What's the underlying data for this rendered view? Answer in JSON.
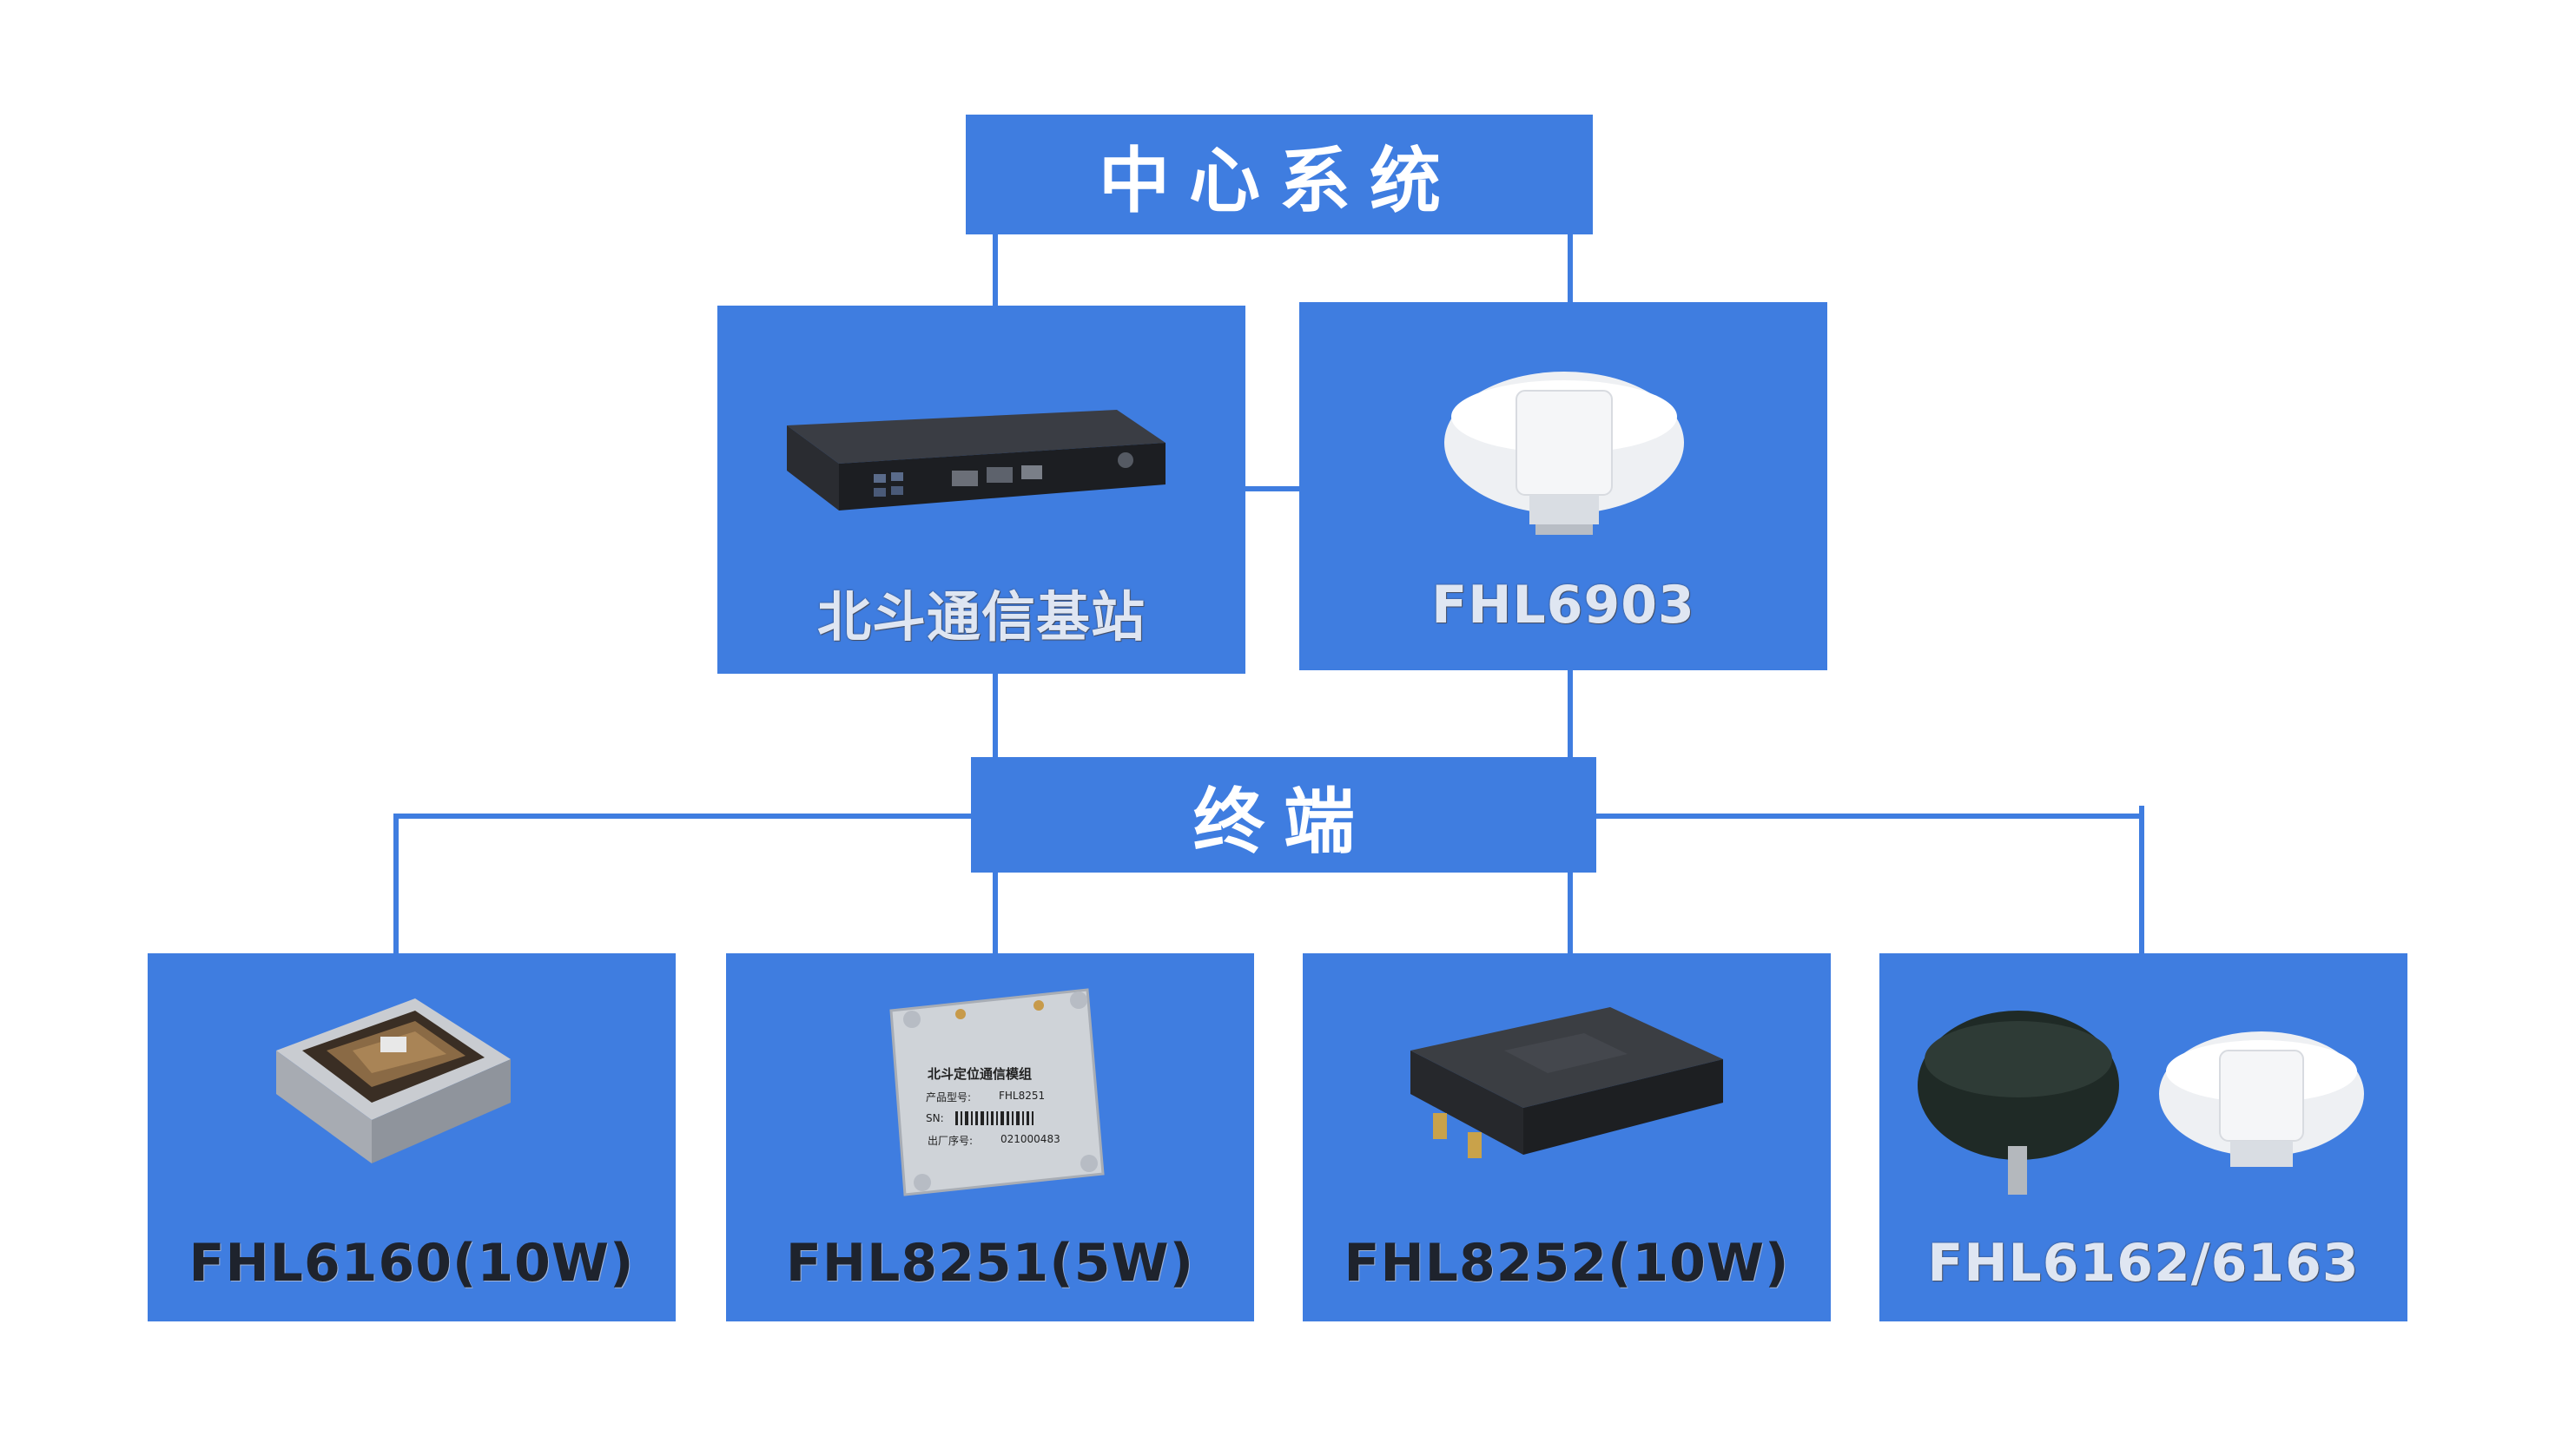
{
  "center_system": {
    "label": "中心系统"
  },
  "base_station": {
    "label": "北斗通信基站",
    "icon": "mini-pc-icon"
  },
  "center_antenna": {
    "label": "FHL6903",
    "icon": "dome-antenna-icon"
  },
  "terminal": {
    "label": "终端"
  },
  "terminals": [
    {
      "label": "FHL6160(10W)",
      "icon": "module-antenna-icon"
    },
    {
      "label": "FHL8251(5W)",
      "icon": "comm-module-icon"
    },
    {
      "label": "FHL8252(10W)",
      "icon": "black-box-icon"
    },
    {
      "label": "FHL6162/6163",
      "icon": "twin-antenna-icon"
    }
  ],
  "module_plate": {
    "title": "北斗定位通信模组",
    "model_label": "产品型号:",
    "model_value": "FHL8251",
    "sn_label": "SN:",
    "serial_label": "出厂序号:",
    "serial_value": "021000483"
  },
  "colors": {
    "box_fill": "#3f7de0",
    "connector": "#3f7de0",
    "background": "#ffffff"
  }
}
